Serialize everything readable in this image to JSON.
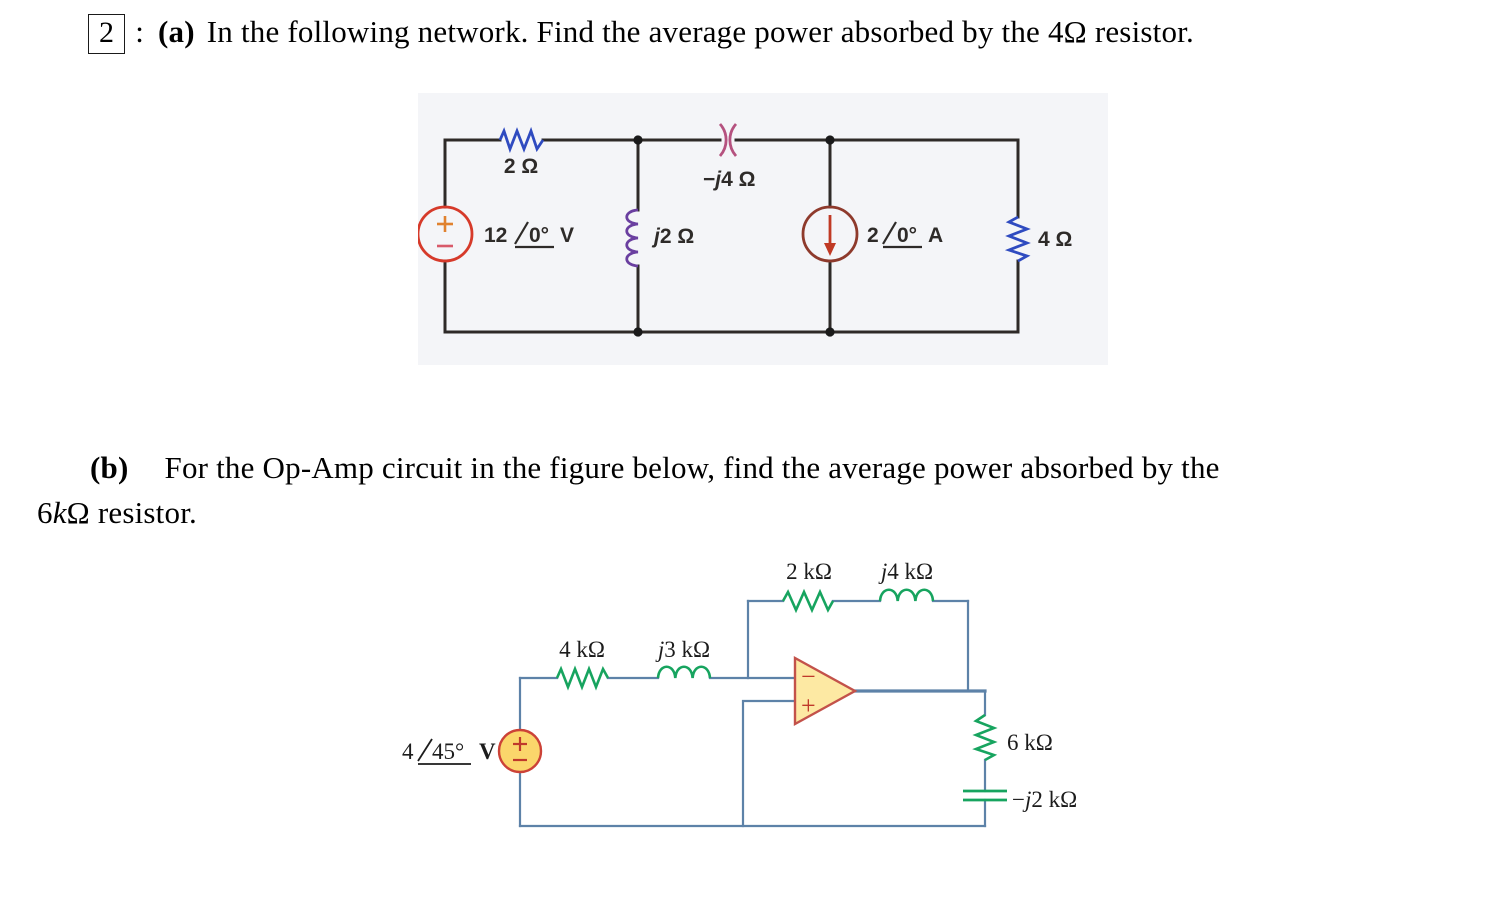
{
  "title": {
    "number": "2",
    "colon": ":",
    "part": "(a)",
    "text": "In the following network. Find the average power absorbed by the 4Ω resistor."
  },
  "part_b": {
    "part": "(b)",
    "line1": "For the Op-Amp circuit in the figure below, find the average power absorbed by the",
    "value_num": "6",
    "value_k": "k",
    "value_rest": "Ω resistor."
  },
  "circuit1": {
    "resistor_top": "2 Ω",
    "capacitor_minus": "−",
    "capacitor_j": "j",
    "capacitor_rest": "4 Ω",
    "inductor_j": "j",
    "inductor_rest": "2 Ω",
    "resistor_right": "4 Ω",
    "vsource": {
      "mag": "12",
      "angle": "0°",
      "unit": "V"
    },
    "isource": {
      "mag": "2",
      "angle": "0°",
      "unit": "A"
    },
    "colors": {
      "wire": "#2e2a28",
      "resistor": "#2f4bc0",
      "inductor": "#6a3fa0",
      "capacitor": "#b5527f",
      "vsource_ring": "#d63a2a",
      "isource_ring": "#8e3a2c",
      "arrow": "#c03a25",
      "background": "#f4f5f8"
    }
  },
  "circuit2": {
    "r_feedback": "2 kΩ",
    "l_feedback_j": "j",
    "l_feedback_rest": "4 kΩ",
    "r_input": "4 kΩ",
    "l_input_j": "j",
    "l_input_rest": "3 kΩ",
    "r_load": "6 kΩ",
    "cap_minus": "−",
    "cap_j": "j",
    "cap_rest": "2 kΩ",
    "vsource": {
      "mag": "4",
      "angle": "45°",
      "unit": "V"
    },
    "opamp": {
      "minus": "−",
      "plus": "+"
    },
    "colors": {
      "wire": "#5d82a8",
      "component": "#17a45f",
      "opamp_fill": "#fde9a3",
      "opamp_stroke": "#c3524a",
      "source_fill": "#fbd66b",
      "source_stroke": "#cc4237",
      "sign_red": "#c0392b"
    }
  }
}
